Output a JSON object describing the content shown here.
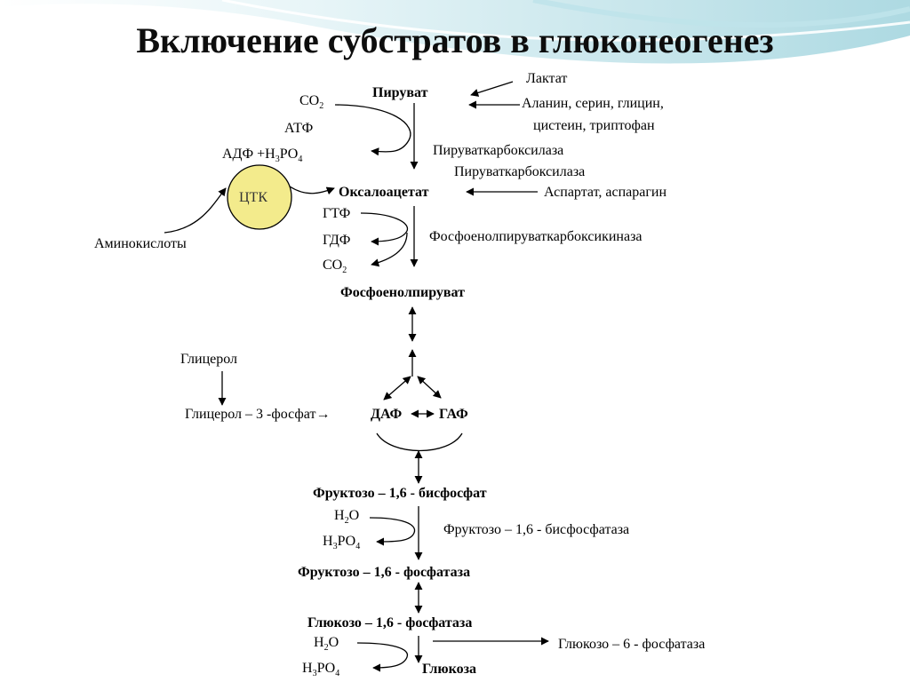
{
  "title": "Включение субстратов в глюконеогенез",
  "colors": {
    "header_wave": "#9fd3dd",
    "header_wave_light": "#c8e8ee",
    "ctk_fill": "#f3eb8c",
    "ink": "#000000"
  },
  "cycle": {
    "label": "ЦТК"
  },
  "labels": {
    "piruvat": "Пируват",
    "laktat": "Лактат",
    "amino1": "Аланин, серин, глицин,",
    "amino2": "цистеин, триптофан",
    "co2_a": "СО",
    "co2_a_sub": "2",
    "atf": "АТФ",
    "adf": "АДФ +Н",
    "adf_sub1": "3",
    "adf_mid": "РО",
    "adf_sub2": "4",
    "enzyme1": "Пируваткарбоксилаза",
    "enzyme1b": "Пируваткарбоксилаза",
    "aminokisloty": "Аминокислоты",
    "oksaloacetat": "Оксалоацетат",
    "aspartat": "Аспартат, аспарагин",
    "gtf": "ГТФ",
    "gdf": "ГДФ",
    "co2_b": "СО",
    "co2_b_sub": "2",
    "enzyme2": "Фосфоенолпируваткарбоксикиназа",
    "fep": "Фосфоенолпируват",
    "glicerol": "Глицерол",
    "glicerol3f": "Глицерол – 3 -фосфат→",
    "daf": "ДАФ",
    "gaf": "ГАФ",
    "fbf": "Фруктозо – 1,6 - бисфосфат",
    "h2o_a": "Н",
    "h2o_a_sub": "2",
    "h2o_a_end": "О",
    "h3po4_a": "Н",
    "h3po4_a_sub1": "3",
    "h3po4_a_mid": "РО",
    "h3po4_a_sub2": "4",
    "enzyme3": "Фруктозо – 1,6 - бисфосфатаза",
    "ff": "Фруктозо – 1,6 - фосфатаза",
    "gf": "Глюкозо – 1,6 - фосфатаза",
    "h2o_b": "Н",
    "h2o_b_sub": "2",
    "h2o_b_end": "О",
    "h3po4_b": "Н",
    "h3po4_b_sub1": "3",
    "h3po4_b_mid": "РО",
    "h3po4_b_sub2": "4",
    "enzyme4": "Глюкозо – 6 - фосфатаза",
    "glukoza": "Глюкоза"
  }
}
